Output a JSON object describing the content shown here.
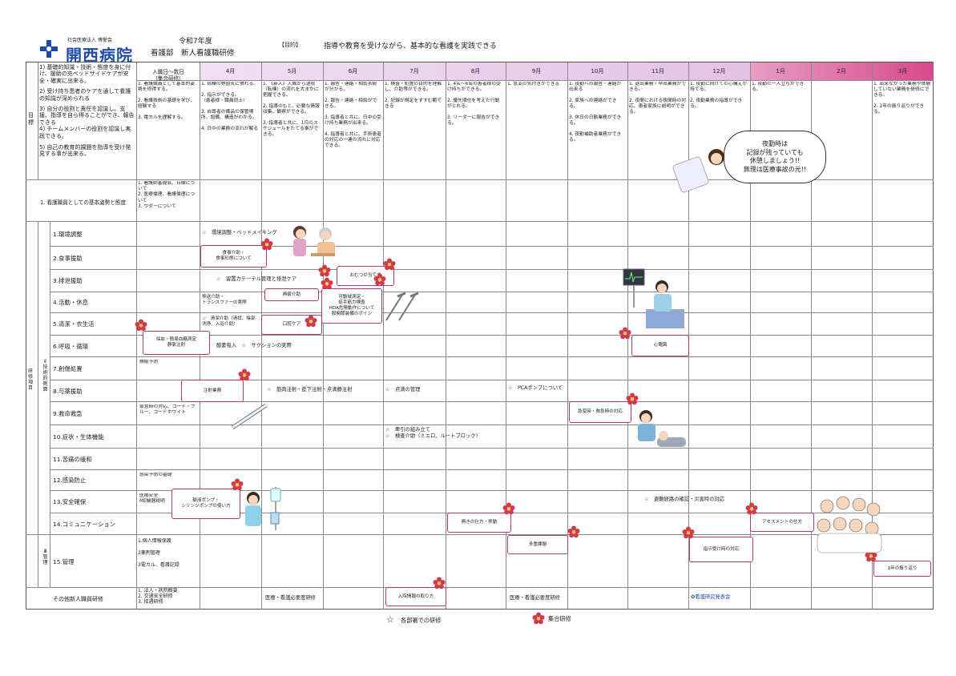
{
  "header": {
    "logo_small": "社会医療法人 博愛会",
    "logo_name": "開西病院",
    "year": "令和7年度",
    "title": "看護部　新人看護職研修",
    "goal_label": "【目的】",
    "goal_text": "指導や教育を受けながら、基本的な看護を実践できる"
  },
  "colors": {
    "accent": "#b3357e",
    "month_left": "#e9cdea",
    "month_right": "#d9488c",
    "text": "#222222",
    "logo": "#1f4aa8"
  },
  "goals": {
    "label": "目標",
    "items": [
      "1) 基礎的知識・技術・態度を身に付け、援助の充ベッドサイドケアが安全・確実に出来る。",
      "2) 受け持ち患者のケアを通して看護の知識が深められる",
      "3) 自分の役割と責任を認識し、支援、指導を自ら得ることができ、報告できる",
      "4) チームメンバーの役割を認識し実践できる。",
      "5) 自己の教育的課題を指導を受け発見する事が出来る。"
    ]
  },
  "months": {
    "intro": "入職日～数日\n（集合研修）",
    "list": [
      "4月",
      "5月",
      "6月",
      "7月",
      "8月",
      "9月",
      "10月",
      "11月",
      "12月",
      "1月",
      "2月",
      "3月"
    ]
  },
  "monthly_goals": [
    "1. 看護職員として基本的姿勢を修得する。\n\n2. 看護技術の基礎を学び、経験する\n\n3. 電カルを理解する。",
    "1. 病棟の雰囲気に慣れる。\n\n2. 指示ができる。\n（患者様・職員同士）\n\n3. 自尊者の備品の保管場所、設備、構造がわかる。\n\n4. 日中の業務の流れが解る",
    "1. 《新人》入職から退院（転棟）の流れを大まかに把握できる。\n\n2. 指導のもと、必要な情報収集、観察ができる。\n\n3. 指導者と共に、1日のスケジュールをたてる事ができる。",
    "1. 報告・連絡・相談系統が分かる。\n\n2. 報告・連絡・相談ができる。\n\n3. 指導者と共に、日中の受け持ち業務が出来る。\n\n4. 指導者と共に、手術患者の対応の一連の流れに対応できる。",
    "1. 検査・処置の目的を理解し、介助等ができる。\n\n2. 記録が規定をすすむ範できる",
    "1. 4名～6名の患者様の受け持ちができる。\n\n2. 優先順位を考えた行動がとれる。\n\n3. リーダーに報告ができる。",
    "1. 急変の気付きができる",
    "1. 夜勤への報告・連絡が出来る\n\n2. 家族への連絡ができる。\n\n3. 休日の日勤業務ができる。\n\n4. 夜勤補助者業務ができる。",
    "1. 退出業務・早出業務ができる。\n\n2. 夜間における夜間時の対応、患者家族に説明ができる。",
    "1. 夜勤に向けての心構えが持てる。\n\n2. 夜勤業務の指導ができる。",
    "1. 夜勤の一人立ちができる。",
    "",
    "1. 出来なかった業務や体験していない業務を研修にできる。\n\n2. 1年の振り返りができる。"
  ],
  "attitude": {
    "label": "1. 看護職員としての基本姿勢と態度",
    "intro": "1. 看護師基礎会、日標について\n2. 医療倫理、看護倫理について\n3. ワダーについて"
  },
  "section_labels": {
    "skills": "Ⅱ\n技術的側面",
    "kenshu": "研修項目",
    "management": "Ⅲ\n管理"
  },
  "skills": [
    {
      "label": "1.環境調整",
      "intro": ""
    },
    {
      "label": "2.食事援助",
      "intro": ""
    },
    {
      "label": "3.排泄援助",
      "intro": ""
    },
    {
      "label": "4.活動・休息",
      "intro": ""
    },
    {
      "label": "5.清潔・衣生活",
      "intro": ""
    },
    {
      "label": "6.呼吸・循環",
      "intro": ""
    },
    {
      "label": "7.創傷処置",
      "intro": "褥瘡予防"
    },
    {
      "label": "8.与薬援助",
      "intro": ""
    },
    {
      "label": "9.救命救急",
      "intro": "緊急時の対応、コード・ブルー、コードホワイト"
    },
    {
      "label": "10.症状・生体機能",
      "intro": ""
    },
    {
      "label": "11.苦痛の緩和",
      "intro": ""
    },
    {
      "label": "12.感染防止",
      "intro": "感染予防の基礎"
    },
    {
      "label": "13.安全確保",
      "intro": "医療安全\nME機器説明"
    },
    {
      "label": "14.コミュニケーション",
      "intro": ""
    }
  ],
  "management": {
    "label": "15.管理",
    "intro": "1.個人情報保護\n\n2薬剤管理\n\n3電カル、看護記録"
  },
  "other": {
    "label": "その他新人職員研修",
    "intro": "1. 法人・病院概要\n2. 交通安全研修\n3. 接遇研修"
  },
  "notes": [
    "☆　環境調整・ベッドメイキング",
    "☆　留置カテーテル管理と排泄ケア",
    "移送介助・\nトランスファーの実際",
    "☆　清潔介助（清拭、陰部洗浄、入浴介助）",
    "☆　酸素吸入　☆　サクションの実際",
    "☆　筋肉注射・皮下注射・点滴静注射",
    "☆　点滴の管理",
    "☆　PCAポンプについて",
    "☆　牽引の組み立て\n☆　検査介助（ミエロ、ルートブロック）",
    "☆　避難経路の確認・災害時の対応",
    "医療・看護必要度研修",
    "医療・看護必要度研修",
    "✿看護研究発表会"
  ],
  "boxes": [
    "食事介助・\n食事形態について",
    "おむつの当て方",
    "褥瘡介助",
    "可動域測定・\n徒手筋力検査\nHDA危険動作について\n股関節装備のポイン",
    "口腔ケア",
    "採血・簡易血糖測定\n静脈注射",
    "心電図",
    "注射業務",
    "急変時・救急時の対応",
    "輸液ポンプ・\nシリンジポンプの使い方",
    "褥きの仕方・移動",
    "多重課題",
    "アセスメントの仕方",
    "指示受け時の対応",
    "1年の振り返り",
    "入院情報の取り方"
  ],
  "bubble": "夜勤時は\n記録が残っていても\n休憩しましょう!!\n無理は医療事故の元!!",
  "legend": {
    "star": "各部署での研修",
    "flower": "集合研修"
  }
}
